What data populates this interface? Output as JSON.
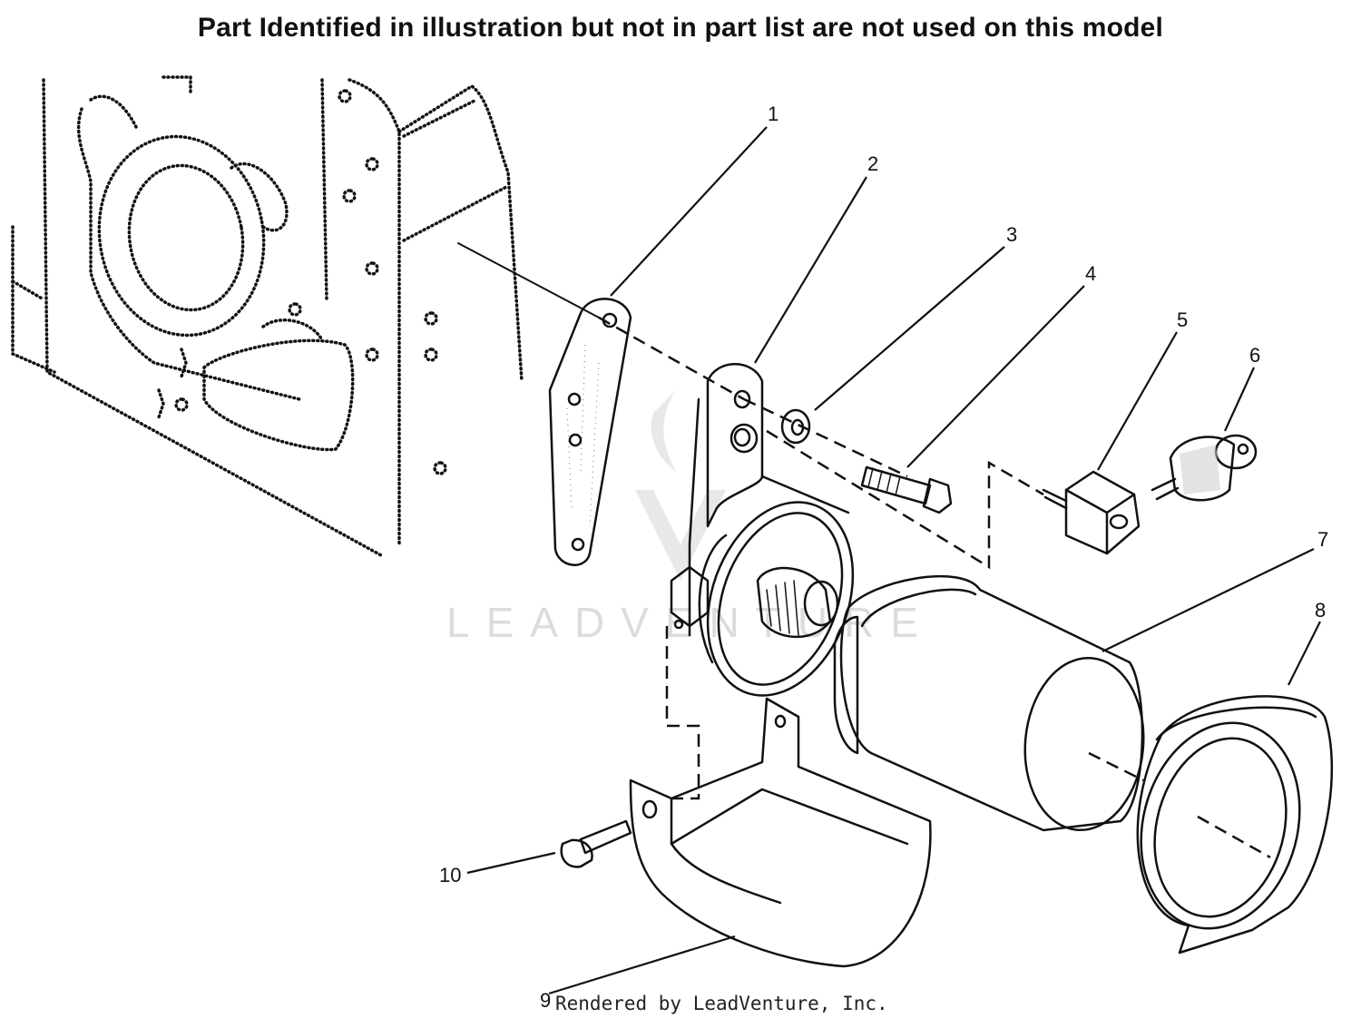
{
  "title": "Part Identified in illustration but not in part list are not used on this model",
  "footer": "Rendered by LeadVenture, Inc.",
  "watermark": "LEADVENTURE",
  "callouts": [
    "1",
    "2",
    "3",
    "4",
    "5",
    "6",
    "7",
    "8",
    "9",
    "10"
  ],
  "icons": {
    "watermark_logo": "flame-v-logo-icon"
  }
}
